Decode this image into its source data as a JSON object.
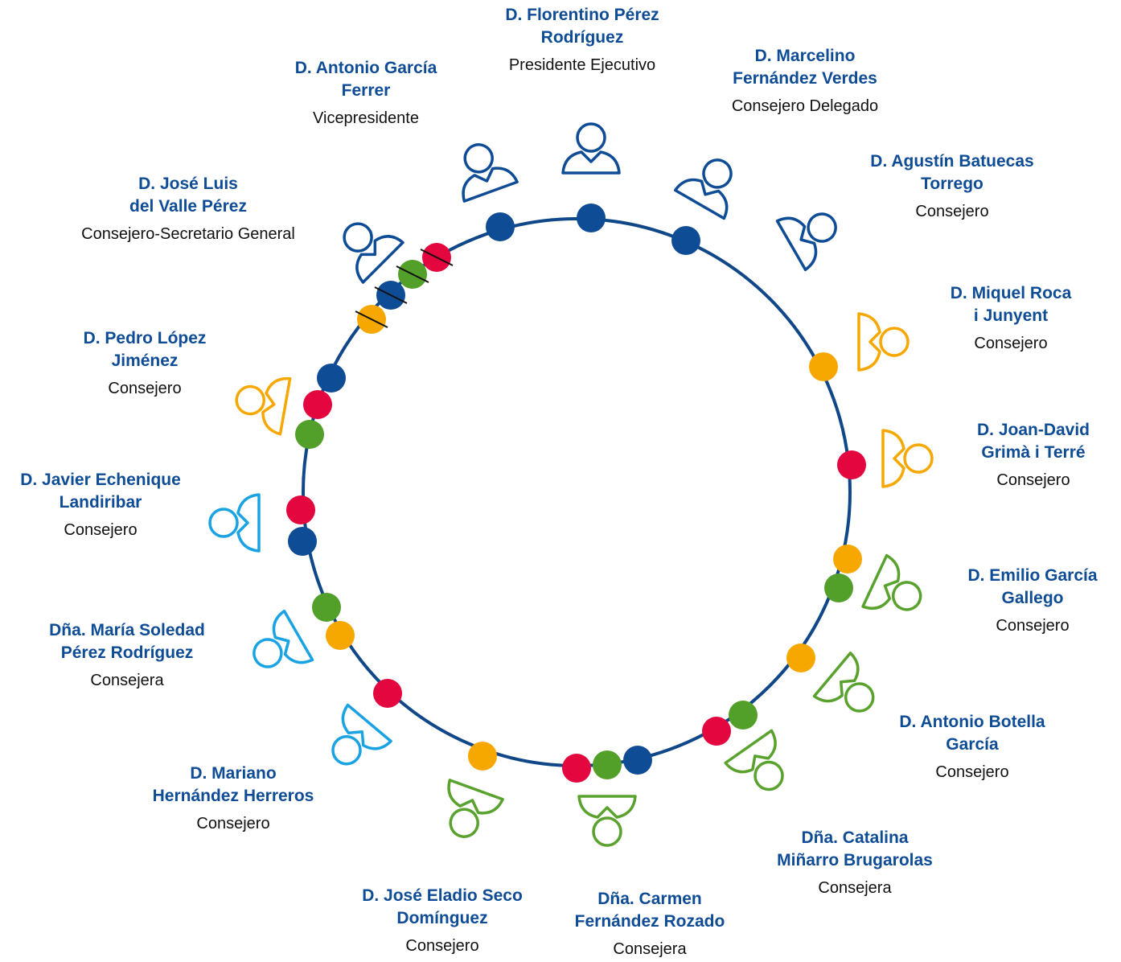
{
  "colors": {
    "circle": "#0f4788",
    "blue": "#0f4c96",
    "red": "#e3063f",
    "green": "#52a02a",
    "orange": "#f6a800",
    "light_blue": "#1aa3e2",
    "lime": "#5aa22e"
  },
  "members": [
    {
      "name": "D. Florentino Pérez\nRodríguez",
      "role": "Presidente Ejecutivo",
      "icon": "person-blue-icon"
    },
    {
      "name": "D. Marcelino\nFernández Verdes",
      "role": "Consejero Delegado",
      "icon": "person-blue-icon"
    },
    {
      "name": "D. Agustín Batuecas\nTorrego",
      "role": "Consejero",
      "icon": "person-blue-icon"
    },
    {
      "name": "D. Miquel Roca\ni Junyent",
      "role": "Consejero",
      "icon": "person-orange-icon"
    },
    {
      "name": "D. Joan-David\nGrimà i Terré",
      "role": "Consejero",
      "icon": "person-orange-icon"
    },
    {
      "name": "D. Emilio García\nGallego",
      "role": "Consejero",
      "icon": "person-green-icon"
    },
    {
      "name": "D. Antonio Botella\nGarcía",
      "role": "Consejero",
      "icon": "person-green-icon"
    },
    {
      "name": "Dña. Catalina\nMiñarro Brugarolas",
      "role": "Consejera",
      "icon": "person-green-icon"
    },
    {
      "name": "Dña. Carmen\nFernández Rozado",
      "role": "Consejera",
      "icon": "person-green-icon"
    },
    {
      "name": "D. José Eladio Seco\nDomínguez",
      "role": "Consejero",
      "icon": "person-green-icon"
    },
    {
      "name": "D. Mariano\nHernández Herreros",
      "role": "Consejero",
      "icon": "person-lightblue-icon"
    },
    {
      "name": "Dña. María Soledad\nPérez Rodríguez",
      "role": "Consejera",
      "icon": "person-lightblue-icon"
    },
    {
      "name": "D. Javier Echenique\nLandiribar",
      "role": "Consejero",
      "icon": "person-lightblue-icon"
    },
    {
      "name": "D. Pedro López\nJiménez",
      "role": "Consejero",
      "icon": "person-orange-icon"
    },
    {
      "name": "D. José Luis\ndel Valle Pérez",
      "role": "Consejero-Secretario General",
      "icon": "person-blue-icon"
    },
    {
      "name": "D. Antonio García\nFerrer",
      "role": "Vicepresidente",
      "icon": "person-blue-icon"
    }
  ]
}
